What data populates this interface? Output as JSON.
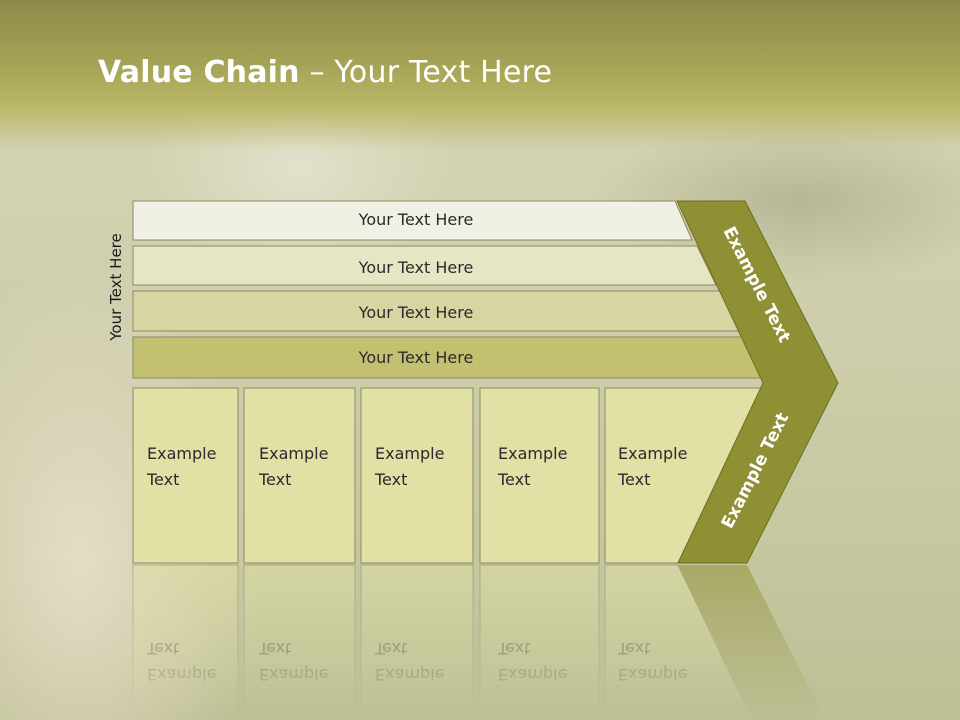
{
  "title": {
    "bold": "Value Chain",
    "rest": " – Your Text Here"
  },
  "side_label": "Your Text Here",
  "bars": [
    {
      "label": "Your Text Here",
      "color": "#f1f0e4"
    },
    {
      "label": "Your Text Here",
      "color": "#e6e5c4"
    },
    {
      "label": "Your Text Here",
      "color": "#d7d6a2"
    },
    {
      "label": "Your Text Here",
      "color": "#c3c171"
    }
  ],
  "columns": [
    {
      "line1": "Example",
      "line2": "Text"
    },
    {
      "line1": "Example",
      "line2": "Text"
    },
    {
      "line1": "Example",
      "line2": "Text"
    },
    {
      "line1": "Example",
      "line2": "Text"
    },
    {
      "line1": "Example",
      "line2": "Text"
    }
  ],
  "chevron": {
    "top_label": "Example Text",
    "bottom_label": "Example Text",
    "color": "#8f8f33"
  },
  "column_color": "#e1e0a5"
}
